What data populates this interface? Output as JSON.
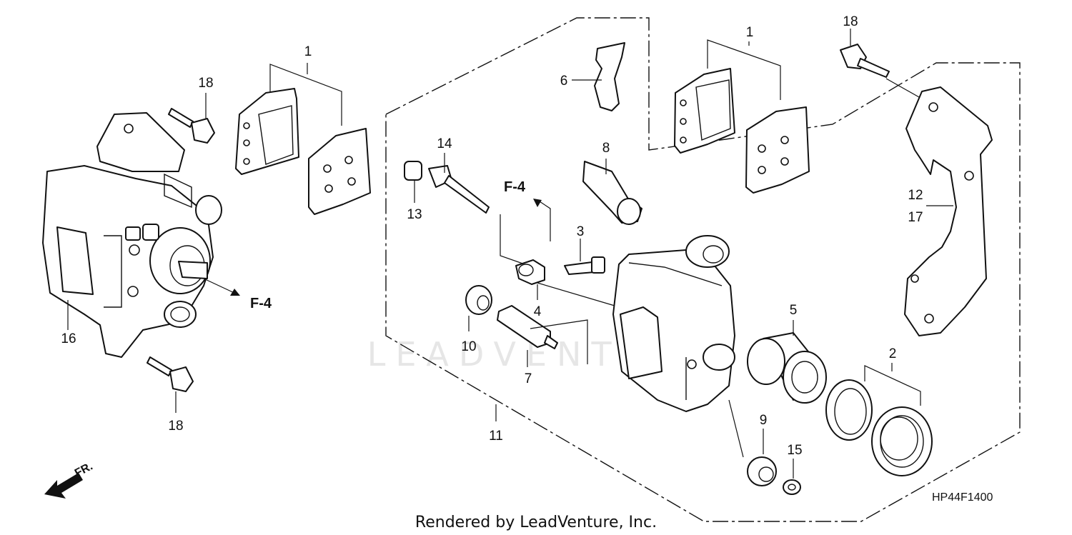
{
  "watermark": "LEADVENTURE",
  "footer": "Rendered by LeadVenture, Inc.",
  "diagram_code": "HP44F1400",
  "front_label": "FR.",
  "ref_labels": {
    "f4_left": "F-4",
    "f4_center": "F-4"
  },
  "callouts": {
    "n1_left": "1",
    "n1_right": "1",
    "n2": "2",
    "n3": "3",
    "n4": "4",
    "n5": "5",
    "n6": "6",
    "n7": "7",
    "n8": "8",
    "n9": "9",
    "n10": "10",
    "n11": "11",
    "n12": "12",
    "n13": "13",
    "n14": "14",
    "n15": "15",
    "n16": "16",
    "n17": "17",
    "n18_top_left": "18",
    "n18_bottom_left": "18",
    "n18_right": "18"
  }
}
